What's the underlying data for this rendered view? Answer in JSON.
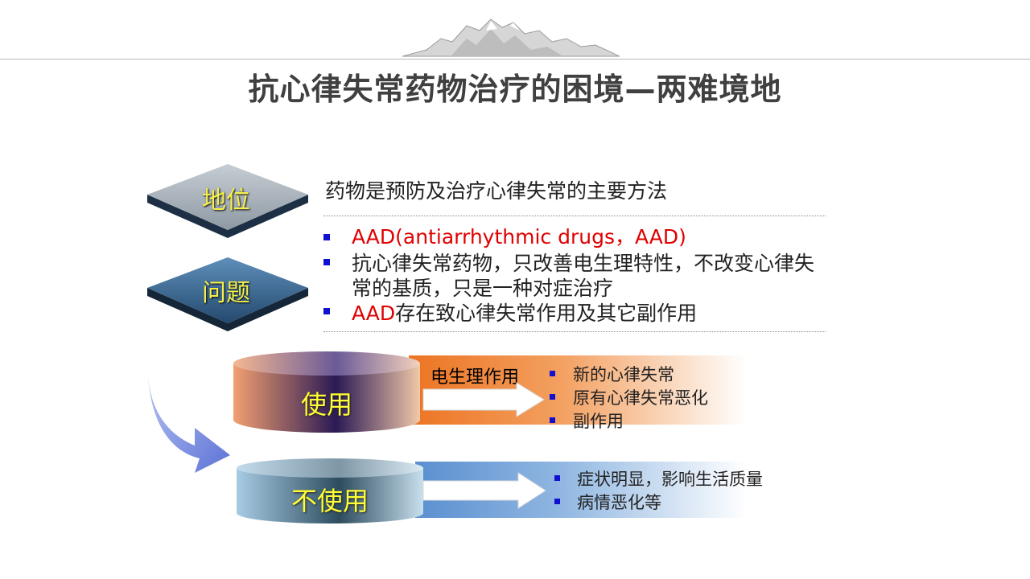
{
  "title": "抗心律失常药物治疗的困境—两难境地",
  "status": {
    "label": "地位",
    "text": "药物是预防及治疗心律失常的主要方法"
  },
  "problem": {
    "label": "问题",
    "items": [
      {
        "highlight": "AAD(antiarrhythmic drugs，AAD)",
        "rest": ""
      },
      {
        "highlight": "",
        "rest": "抗心律失常药物，只改善电生理特性，不改变心律失",
        "rest2": "常的基质，只是一种对症治疗"
      },
      {
        "highlight": "AAD",
        "rest": "存在致心律失常作用及其它副作用"
      }
    ]
  },
  "use": {
    "label": "使用",
    "arrow_label": "电生理作用",
    "items": [
      "新的心律失常",
      "原有心律失常恶化",
      "副作用"
    ]
  },
  "nouse": {
    "label": "不使用",
    "items": [
      "症状明显，影响生活质量",
      "病情恶化等"
    ]
  },
  "colors": {
    "title": "#404040",
    "label_yellow": "#f5f04a",
    "red": "#e00000",
    "bullet": "#1010d0"
  }
}
